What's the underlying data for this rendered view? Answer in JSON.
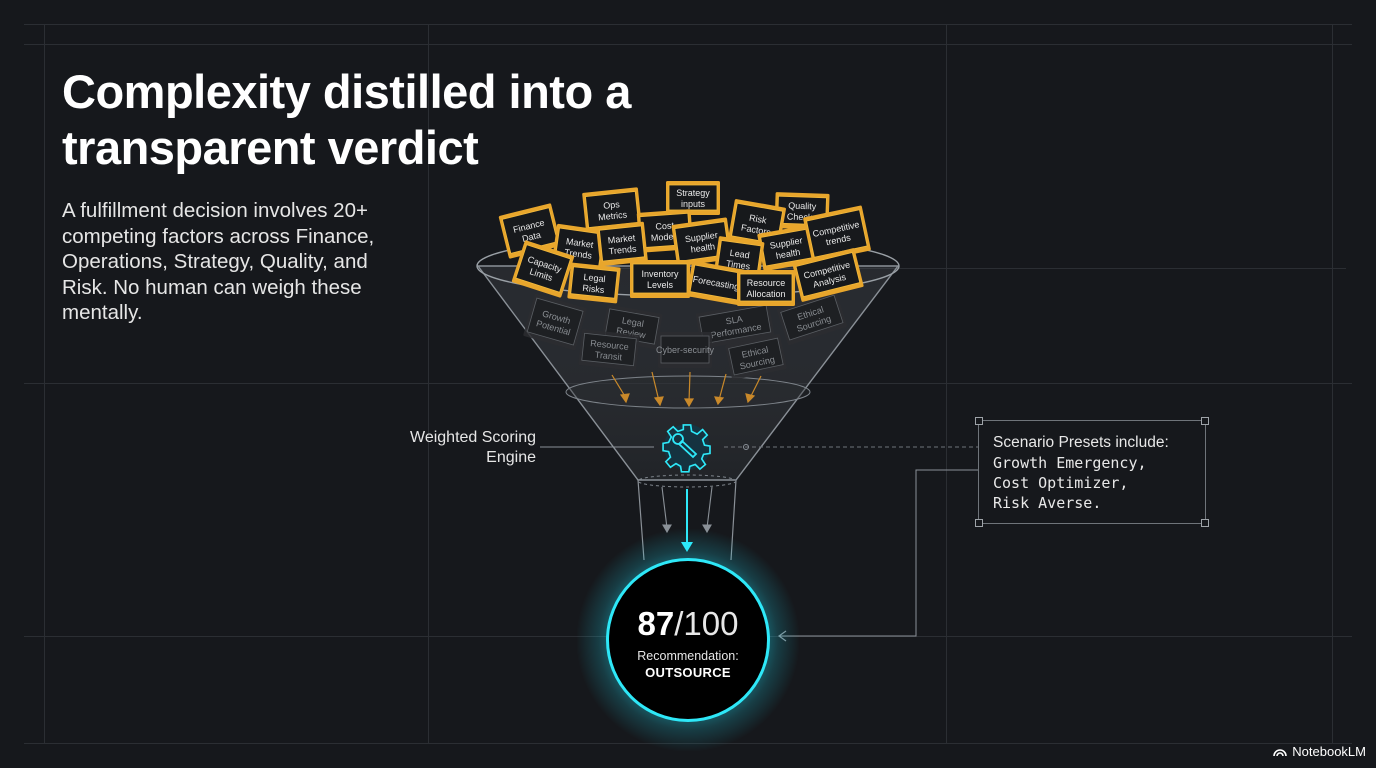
{
  "title": "Complexity distilled into a transparent verdict",
  "description": "A fulfillment decision involves 20+ competing factors across Finance, Operations, Strategy, Quality, and Risk. No human can weigh these mentally.",
  "funnel": {
    "cards_top": [
      "Strategy inputs",
      "Ops Metrics",
      "Quality Checks",
      "Finance Data",
      "Risk Factors",
      "Cost Models",
      "Market Trends",
      "Market Trends",
      "Supplier health",
      "Supplier health",
      "Competitive trends",
      "Lead Times",
      "Capacity Limits",
      "Inventory Levels",
      "Legal Risks",
      "Forecasting",
      "Resource Allocation",
      "Competitive Analysis"
    ],
    "cards_inside": [
      "Growth Potential",
      "Legal Review",
      "Resource Transit",
      "SLA Performance",
      "Ethical Sourcing",
      "Cyber-security",
      "Ethical Sourcing"
    ]
  },
  "engine_label": "Weighted Scoring Engine",
  "presets": {
    "title": "Scenario Presets include:",
    "items": [
      "Growth Emergency,",
      "Cost Optimizer,",
      "Risk Averse."
    ]
  },
  "score": {
    "value": "87",
    "denominator": "/100",
    "label": "Recommendation:",
    "verdict": "OUTSOURCE"
  },
  "brand": "NotebookLM",
  "colors": {
    "background": "#16181c",
    "card": "#e8a62c",
    "accent": "#2ee8f8"
  }
}
